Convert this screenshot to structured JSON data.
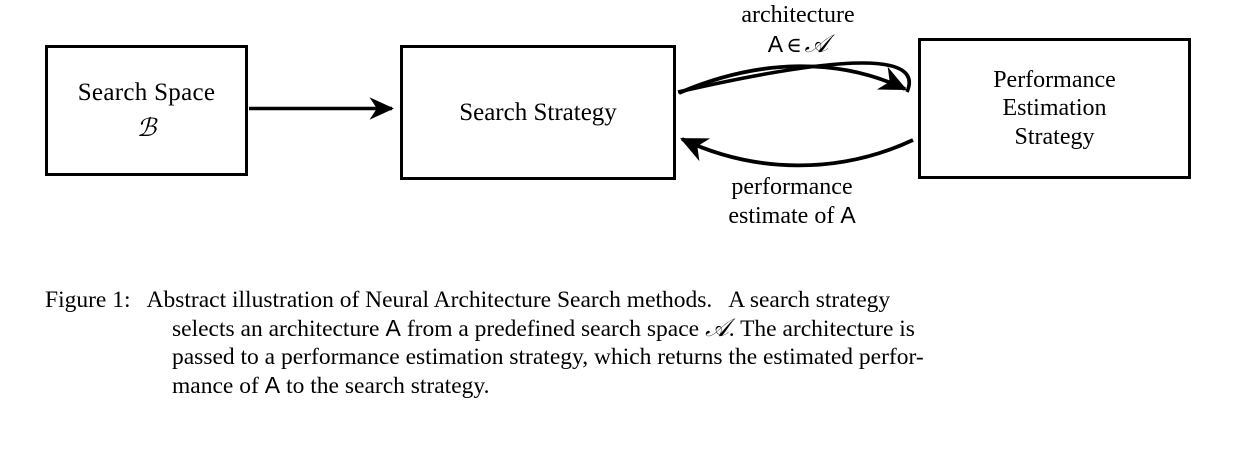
{
  "figure": {
    "nodes": [
      {
        "id": "search-space",
        "title": "Search Space",
        "symbol": "ℬ"
      },
      {
        "id": "search-strategy",
        "title": "Search Strategy"
      },
      {
        "id": "performance-estimation",
        "line1": "Performance",
        "line2": "Estimation",
        "line3": "Strategy"
      }
    ],
    "edges": {
      "space_to_strategy": {
        "label": "",
        "direction": "right"
      },
      "strategy_to_performance": {
        "label_line1": "architecture",
        "label_line2_var": "A",
        "label_line2_op": "∈",
        "label_line2_set": "𝒜",
        "direction": "right"
      },
      "performance_to_strategy": {
        "label_line1": "performance",
        "label_line2_prefix": "estimate of",
        "label_line2_var": "A",
        "direction": "left"
      }
    },
    "colors": {
      "stroke": "#000000",
      "background": "#ffffff",
      "text": "#000000"
    }
  },
  "caption": {
    "label": "Figure 1:",
    "lines": [
      {
        "segments": [
          {
            "text": "Abstract illustration of Neural Architecture Search methods.",
            "style": "normal"
          },
          {
            "text": "A search strategy",
            "style": "normal"
          }
        ]
      },
      {
        "segments": [
          {
            "text": "selects an architecture",
            "style": "normal"
          },
          {
            "text": "A",
            "style": "sans"
          },
          {
            "text": "from a predefined search space",
            "style": "normal"
          },
          {
            "text": "𝒜",
            "style": "cal"
          },
          {
            "text": ". The architecture is",
            "style": "normal"
          }
        ]
      },
      {
        "segments": [
          {
            "text": "passed to a performance estimation strategy, which returns the estimated perfor-",
            "style": "normal"
          }
        ]
      },
      {
        "segments": [
          {
            "text": "mance of",
            "style": "normal"
          },
          {
            "text": "A",
            "style": "sans"
          },
          {
            "text": "to the search strategy.",
            "style": "normal"
          }
        ]
      }
    ],
    "full_text": "Figure 1: Abstract illustration of Neural Architecture Search methods. A search strategy selects an architecture A from a predefined search space 𝒜. The architecture is passed to a performance estimation strategy, which returns the estimated performance of A to the search strategy."
  }
}
